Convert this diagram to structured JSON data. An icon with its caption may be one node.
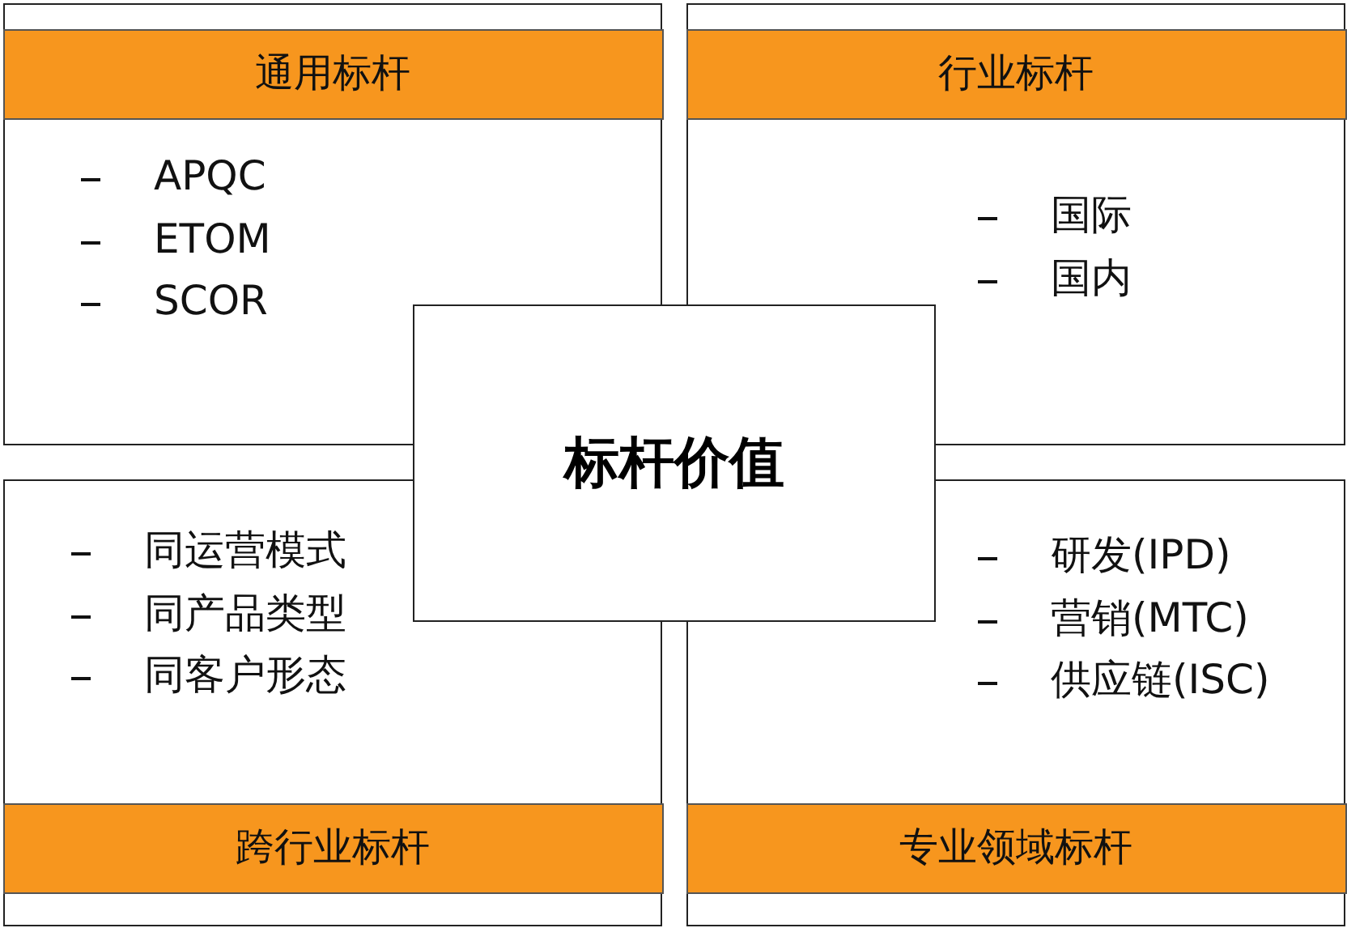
{
  "diagram": {
    "nodes": [
      {
        "text": [
          "通用标杆",
          "APQC",
          "ETOM",
          "SCOR"
        ]
      },
      {
        "text": [
          "行业标杆",
          "国际",
          "国内"
        ]
      },
      {
        "text": [
          "同运营模式",
          "同产品类型",
          "同客户形态",
          "跨行业标杆"
        ]
      },
      {
        "text": [
          "研发(IPD)",
          "营销(MTC)",
          "供应链(ISC)",
          "专业领域标杆"
        ]
      },
      {
        "text": [
          "标杆价值"
        ]
      }
    ],
    "edges": []
  }
}
